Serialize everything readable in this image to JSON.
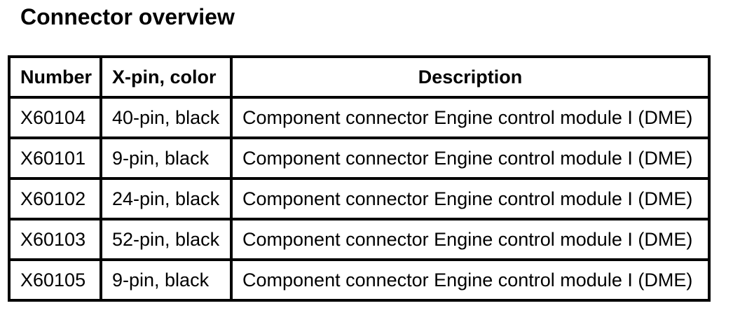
{
  "page": {
    "title": "Connector overview"
  },
  "colors": {
    "background": "#ffffff",
    "text": "#000000",
    "border": "#000000"
  },
  "table": {
    "columns": [
      {
        "label": "Number"
      },
      {
        "label": "X-pin, color"
      },
      {
        "label": "Description"
      }
    ],
    "rows": [
      {
        "number": "X60104",
        "pin_color": "40-pin, black",
        "description": "Component connector Engine control module I (DME)"
      },
      {
        "number": "X60101",
        "pin_color": "9-pin, black",
        "description": "Component connector Engine control module I (DME)"
      },
      {
        "number": "X60102",
        "pin_color": "24-pin, black",
        "description": "Component connector Engine control module I (DME)"
      },
      {
        "number": "X60103",
        "pin_color": "52-pin, black",
        "description": "Component connector Engine control module I (DME)"
      },
      {
        "number": "X60105",
        "pin_color": "9-pin, black",
        "description": "Component connector Engine control module I (DME)"
      }
    ]
  }
}
